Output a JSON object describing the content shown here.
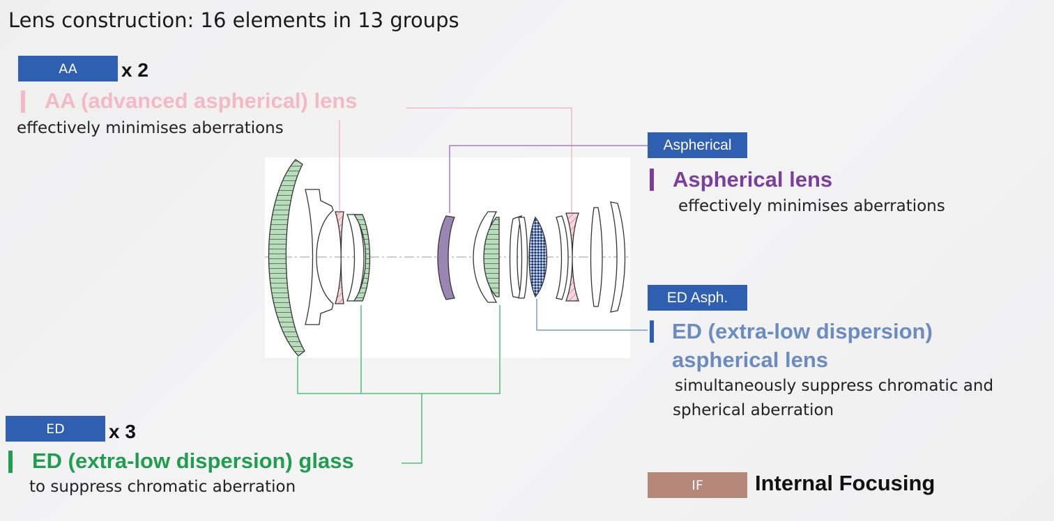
{
  "title": "Lens construction: 16 elements in 13 groups",
  "colors": {
    "badge_blue": "#2f5fb0",
    "badge_if": "#b5887a",
    "aa_pink": "#f2b9c8",
    "aspherical_purple": "#7a3f9c",
    "ed_asph_blue": "#6a8cc0",
    "ed_green": "#1f9e4f",
    "ed_fill": "#b9dcbc"
  },
  "badges": {
    "aa": {
      "label": "AA",
      "multiplier": "x 2"
    },
    "ed": {
      "label": "ED",
      "multiplier": "x 3"
    },
    "aspherical": {
      "label": "Aspherical"
    },
    "ed_asph": {
      "label": "ED Asph."
    },
    "if": {
      "label": "IF"
    }
  },
  "features": {
    "aa": {
      "heading": "AA (advanced aspherical) lens",
      "description": "effectively minimises aberrations"
    },
    "aspherical": {
      "heading": "Aspherical lens",
      "description": "effectively minimises aberrations"
    },
    "ed_asph": {
      "heading_line1": "ED  (extra-low dispersion)",
      "heading_line2": "aspherical lens",
      "description_line1": "simultaneously suppress chromatic and",
      "description_line2": "spherical aberration"
    },
    "ed": {
      "heading": "ED (extra-low dispersion) glass",
      "description": "to suppress chromatic aberration"
    },
    "if": {
      "heading": "Internal Focusing"
    }
  }
}
